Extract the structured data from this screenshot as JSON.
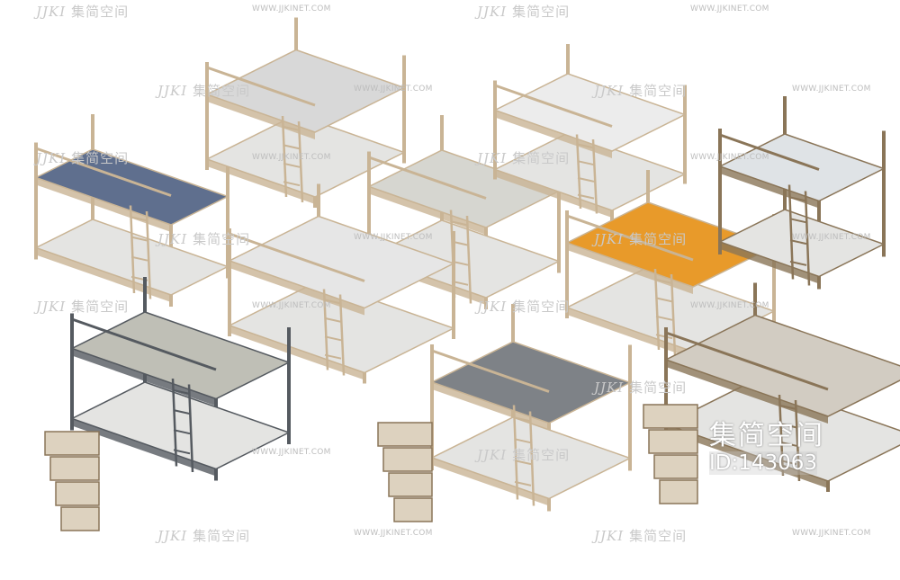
{
  "watermark": {
    "logo_mark": "JJKI",
    "logo_text": "集简空间",
    "url": "WWW.JJKINET.COM"
  },
  "stamp": {
    "title": "集简空间",
    "id": "ID:143063"
  },
  "colors": {
    "wood": "#c9b495",
    "wood_dark": "#8a7558",
    "mattress": "#e4e4e2",
    "orange": "#e89a2a",
    "navy": "#5f6f8e",
    "steel": "#555a60"
  }
}
